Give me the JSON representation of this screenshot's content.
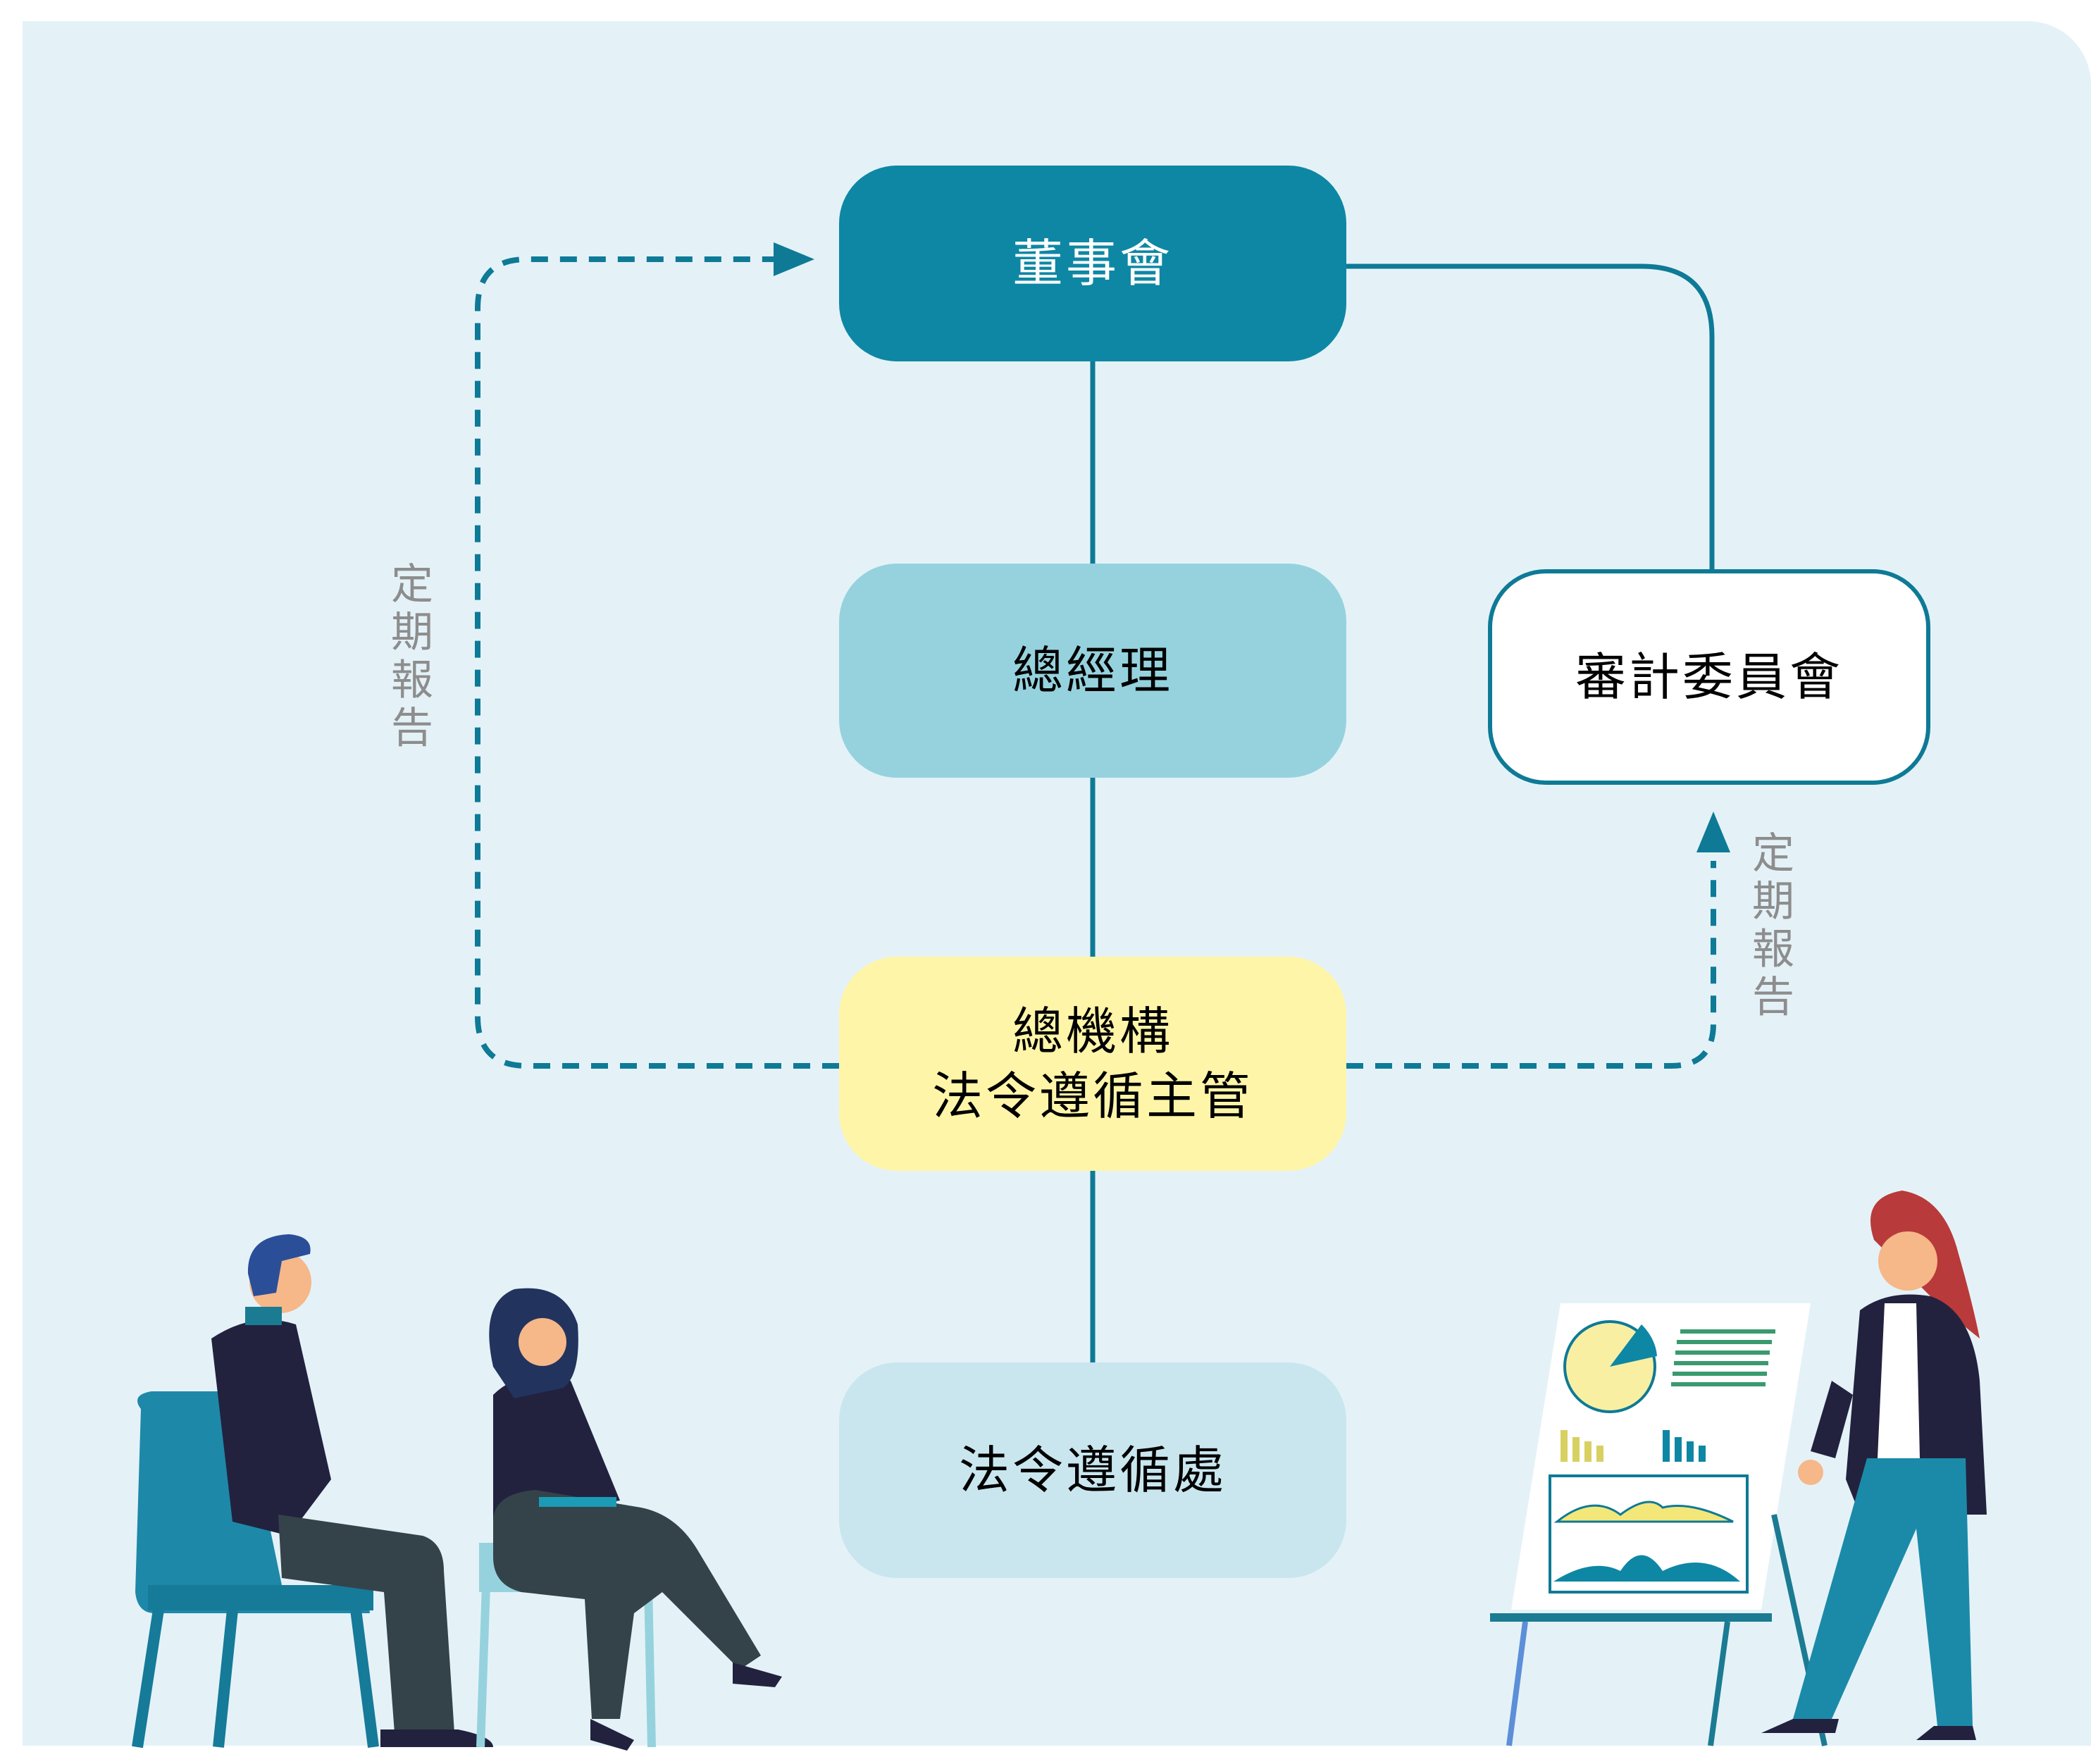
{
  "diagram": {
    "nodes": {
      "board": "董事會",
      "general_manager": "總經理",
      "audit_committee": "審計委員會",
      "chief_line1": "總機構",
      "chief_line2": "法令遵循主管",
      "compliance_dept": "法令遵循處"
    },
    "labels": {
      "report_left": "定期報告",
      "report_right": "定期報告"
    },
    "colors": {
      "board": "#0e87a4",
      "general_manager": "#96d2de",
      "chief": "#fff5a8",
      "compliance_dept": "#c9e6ef",
      "connector": "#0e7a96",
      "background": "#e4f2f8"
    }
  }
}
